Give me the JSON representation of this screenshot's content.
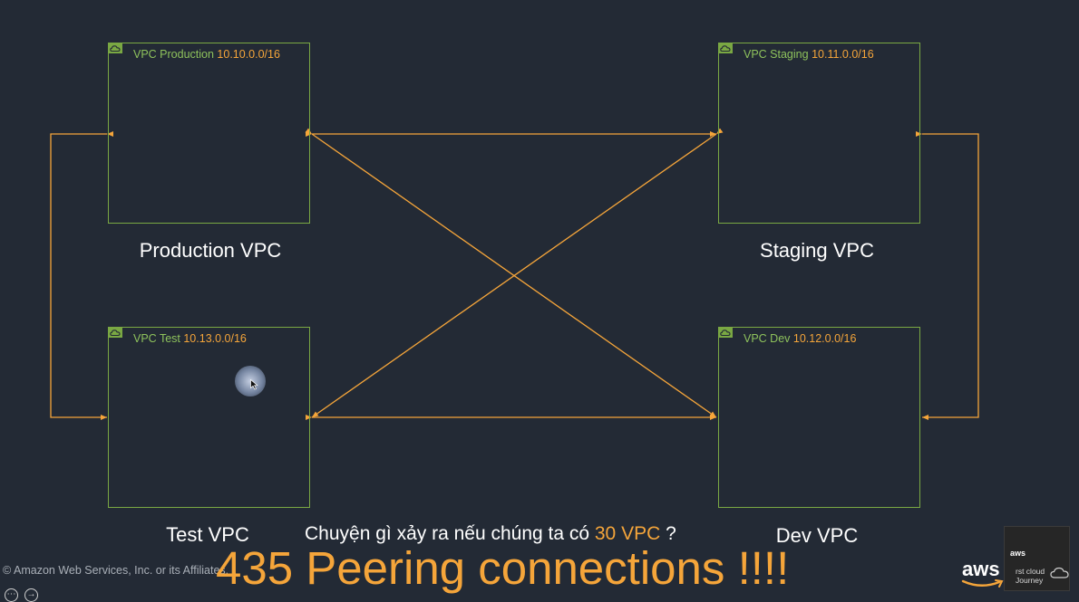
{
  "vpcs": {
    "production": {
      "name": "VPC Production",
      "cidr": "10.10.0.0/16",
      "label": "Production VPC"
    },
    "staging": {
      "name": "VPC Staging",
      "cidr": "10.11.0.0/16",
      "label": "Staging VPC"
    },
    "test": {
      "name": "VPC Test",
      "cidr": "10.13.0.0/16",
      "label": "Test VPC"
    },
    "dev": {
      "name": "VPC Dev",
      "cidr": "10.12.0.0/16",
      "label": "Dev VPC"
    }
  },
  "peering_links": [
    [
      "production",
      "staging"
    ],
    [
      "production",
      "dev"
    ],
    [
      "staging",
      "test"
    ],
    [
      "test",
      "dev"
    ],
    [
      "production",
      "test"
    ],
    [
      "staging",
      "dev"
    ]
  ],
  "question": {
    "before": "Chuyện gì xảy ra nếu chúng ta có ",
    "highlight": "30 VPC",
    "after": " ?"
  },
  "headline": "435 Peering connections !!!!",
  "footer": {
    "copyright": "© Amazon Web Services, Inc. or its Affiliates.",
    "logo": "aws"
  },
  "thumbnail": {
    "brand": "aws",
    "text_line1": "rst cloud",
    "text_line2": "Journey"
  },
  "colors": {
    "background": "#232a35",
    "vpc_border": "#7aa843",
    "vpc_name": "#8ec25c",
    "accent": "#f5a53a",
    "label": "#ffffff"
  },
  "icons": {
    "vpc": "vpc-cloud-icon",
    "cursor": "cursor-icon"
  }
}
